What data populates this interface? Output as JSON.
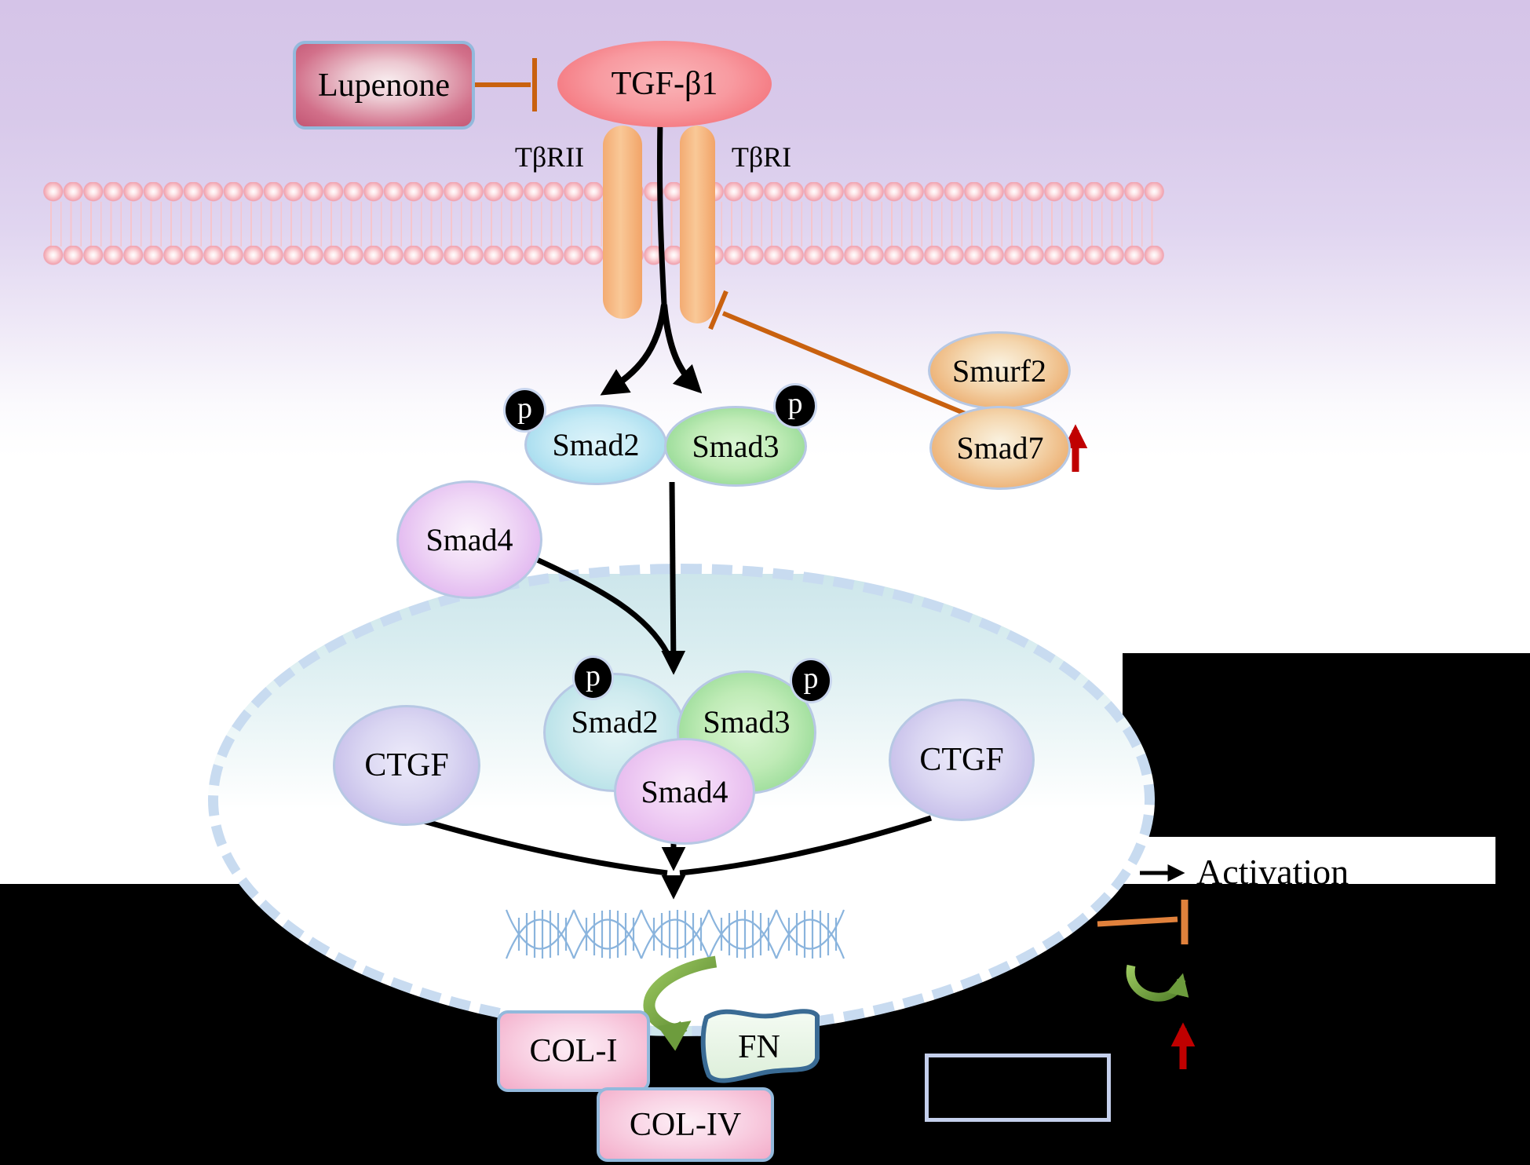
{
  "pathway": {
    "inhibitor": {
      "label": "Lupenone"
    },
    "ligand": {
      "label": "TGF-β1"
    },
    "receptors": {
      "type2": "TβRII",
      "type1": "TβRI"
    },
    "cytoplasm": {
      "smad2": "Smad2",
      "smad3": "Smad3",
      "smad4": "Smad4",
      "smurf2": "Smurf2",
      "smad7": "Smad7",
      "phospho": "p"
    },
    "nucleus": {
      "ctgf_left": "CTGF",
      "ctgf_right": "CTGF",
      "smad2": "Smad2",
      "smad3": "Smad3",
      "smad4": "Smad4",
      "phospho": "p"
    },
    "targets": {
      "col1": "COL-I",
      "fn": "FN",
      "col4": "COL-IV"
    }
  },
  "legend": {
    "activation": "Activation"
  },
  "colors": {
    "activation_arrow": "#000000",
    "inhibition_line": "#c9610f",
    "increase_arrow": "#c00000",
    "expression_arrow": "#6d9c3d",
    "nucleus_border": "#c8dbf0"
  }
}
